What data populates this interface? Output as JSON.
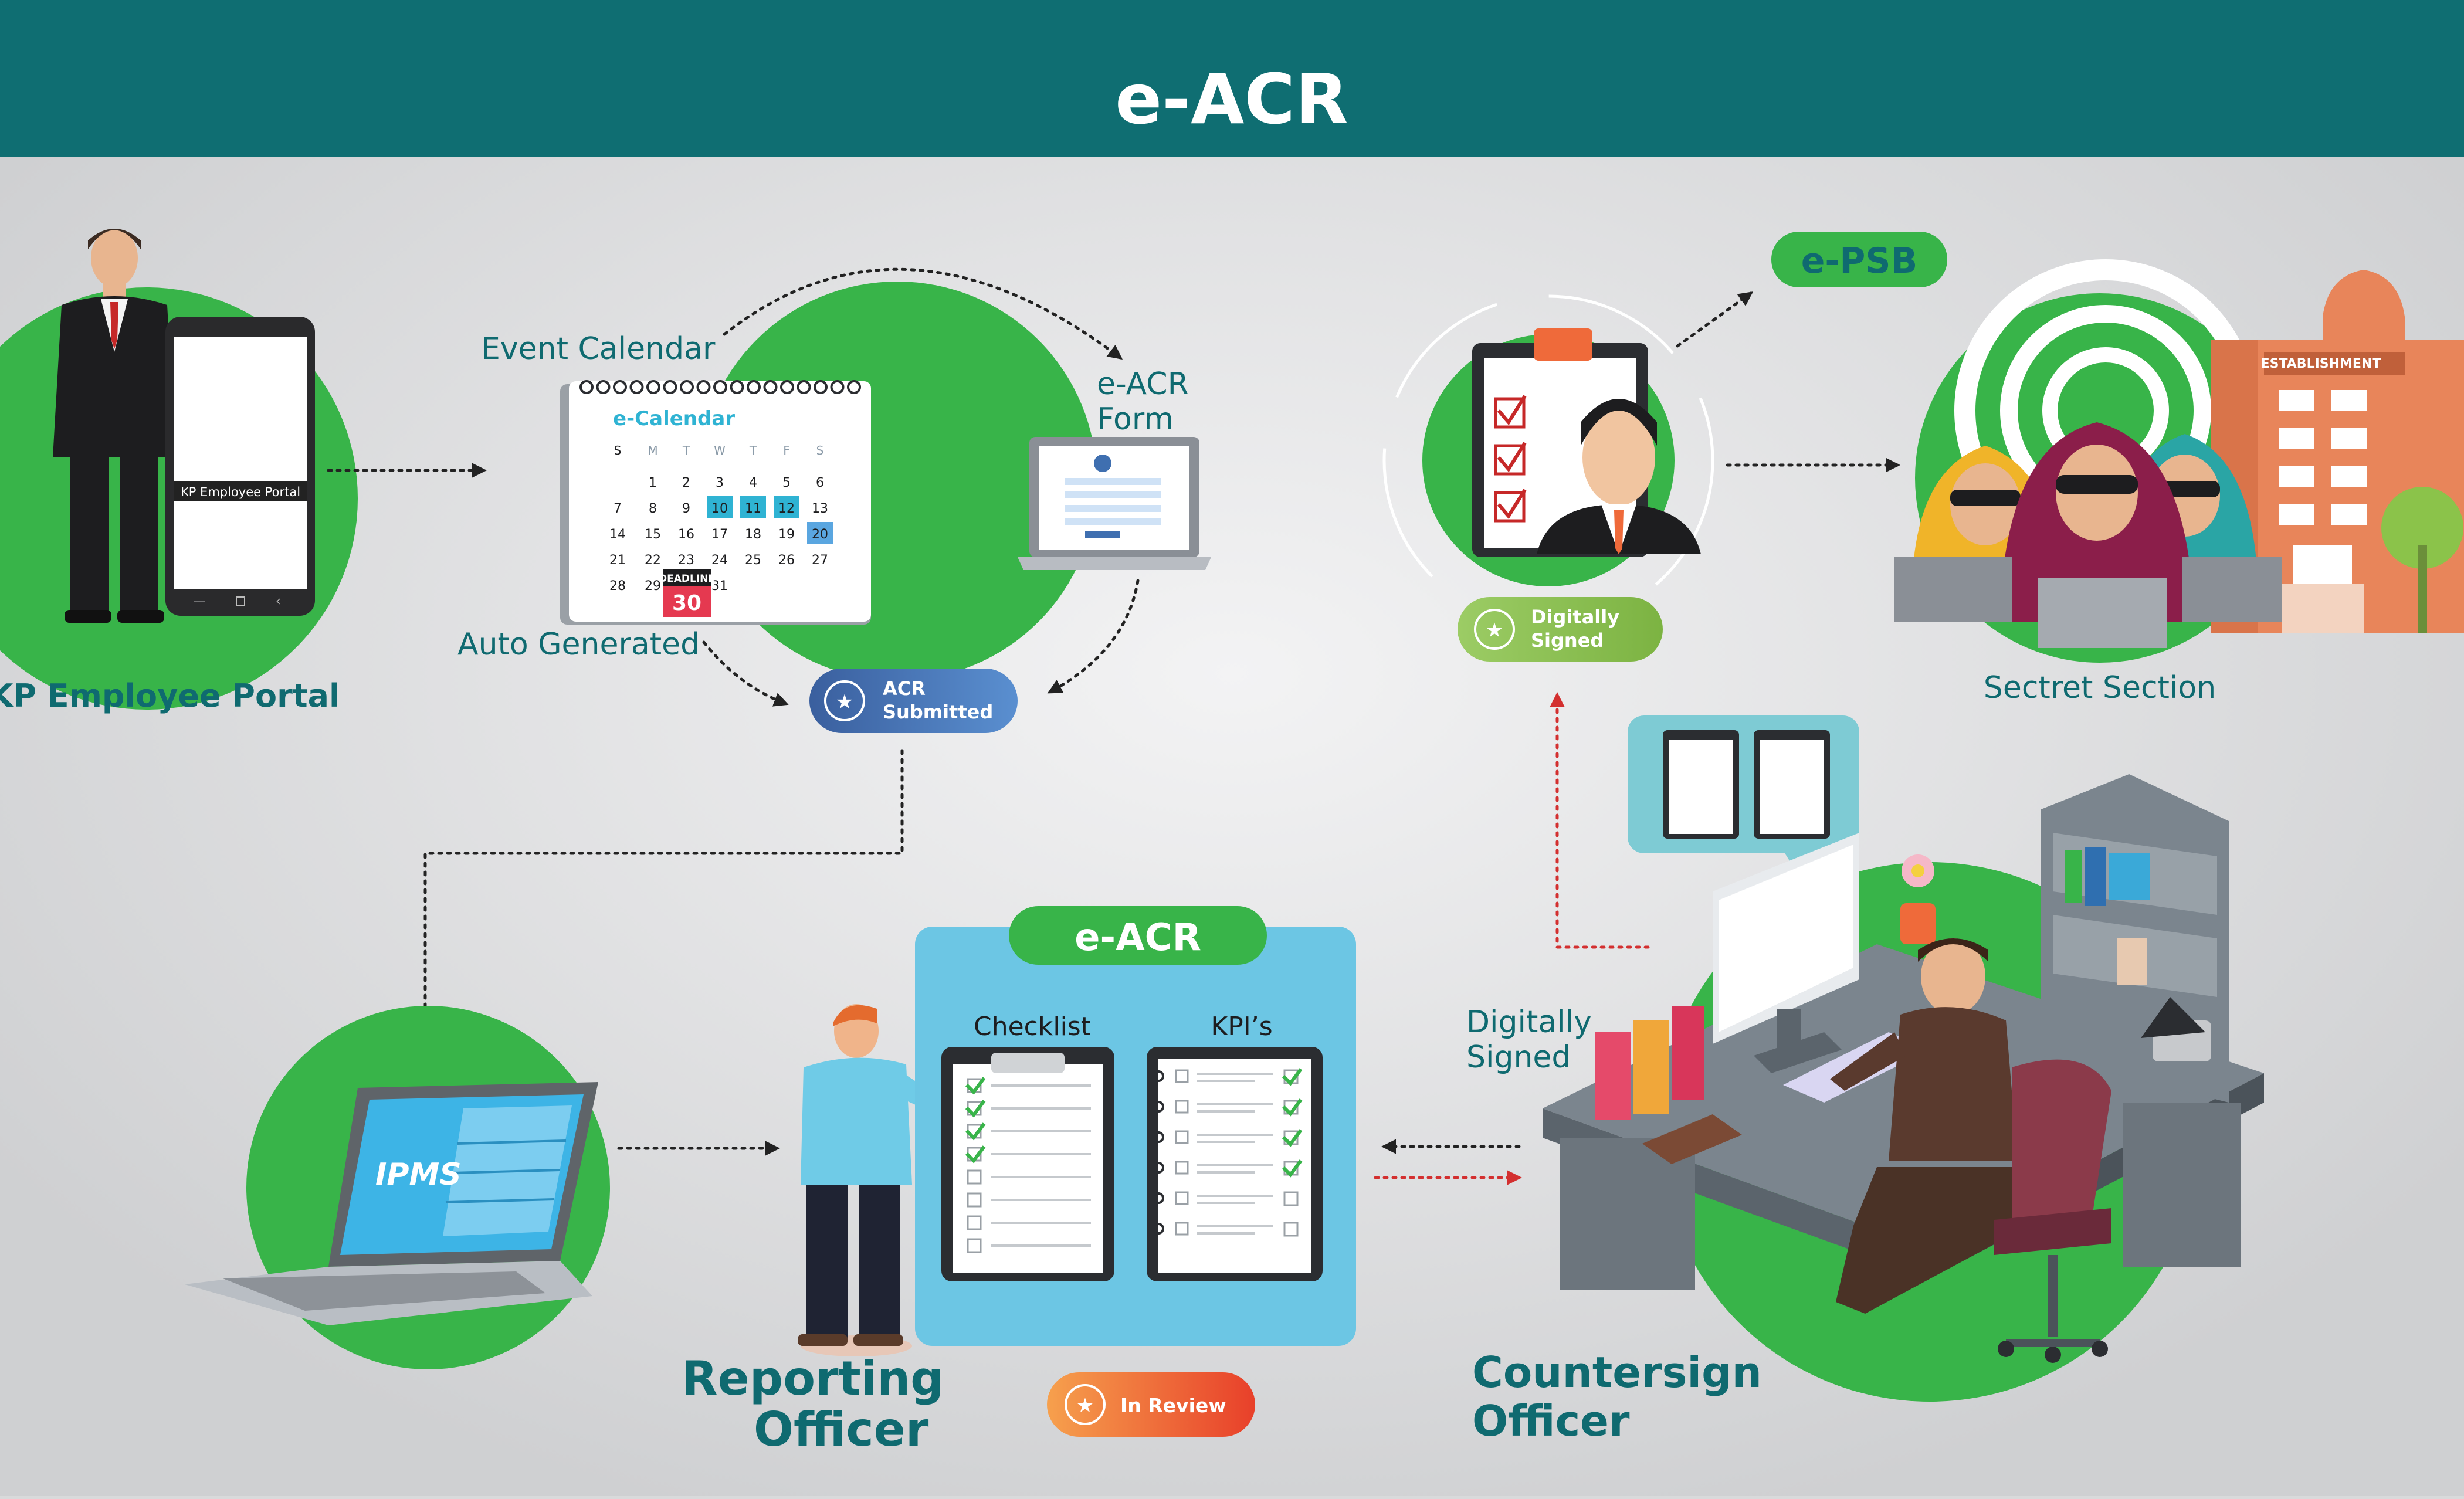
{
  "header": {
    "title": "e-ACR"
  },
  "employee_portal": {
    "phone_label": "KP Employee Portal",
    "caption": "KP Employee Portal"
  },
  "calendar": {
    "event_label": "Event Calendar",
    "auto_label": "Auto Generated",
    "title": "e-Calendar",
    "weekdays": [
      "S",
      "M",
      "T",
      "W",
      "T",
      "F",
      "S"
    ],
    "rows": [
      [
        "",
        "",
        "1",
        "2",
        "3",
        "4",
        "5",
        "6"
      ],
      [
        "7",
        "8",
        "9",
        "10",
        "11",
        "12",
        "13"
      ],
      [
        "14",
        "15",
        "16",
        "17",
        "18",
        "19",
        "20"
      ],
      [
        "21",
        "22",
        "23",
        "24",
        "25",
        "26",
        "27"
      ],
      [
        "28",
        "29",
        "30",
        "31",
        "",
        "",
        ""
      ]
    ],
    "highlighted": [
      "10",
      "11",
      "12",
      "20"
    ],
    "deadline_label": "DEADLINE",
    "deadline_day": "30"
  },
  "acr_form": {
    "label_line1": "e-ACR",
    "label_line2": "Form"
  },
  "badges": {
    "acr_submitted": {
      "line1": "ACR",
      "line2": "Submitted"
    },
    "digitally_signed": {
      "line1": "Digitally",
      "line2": "Signed"
    },
    "in_review": {
      "label": "In Review"
    }
  },
  "epsb": {
    "label": "e-PSB"
  },
  "secret_section": {
    "caption": "Sectret Section",
    "building_sign": "ESTABLISHMENT"
  },
  "ipms": {
    "label": "IPMS"
  },
  "reporting_officer": {
    "line1": "Reporting",
    "line2": "Officer"
  },
  "eacr_board": {
    "title": "e-ACR",
    "checklist_label": "Checklist",
    "kpi_label": "KPI’s"
  },
  "countersign": {
    "signed_line1": "Digitally",
    "signed_line2": "Signed",
    "line1": "Countersign",
    "line2": "Officer"
  },
  "colors": {
    "header": "#0f6e72",
    "green": "#38b449",
    "teal_text": "#0f6a70",
    "badge_blue": "#3f6fb0",
    "badge_green": "#8bc34a",
    "badge_orange": "#ef5a2a",
    "board_blue": "#6cc6e4"
  }
}
